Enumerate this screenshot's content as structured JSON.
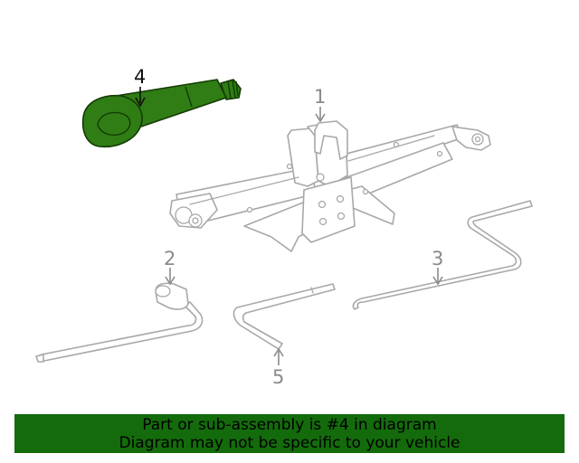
{
  "callouts": {
    "jack": "1",
    "handle": "2",
    "rod": "3",
    "eye": "4",
    "wrench": "5"
  },
  "banner": {
    "line1": "Part or sub-assembly is #4 in diagram",
    "line2": "Diagram may not be specific to your vehicle"
  },
  "colors": {
    "highlight": "#2f7d14",
    "banner": "#146b0c",
    "outline": "#a8a8a8"
  }
}
